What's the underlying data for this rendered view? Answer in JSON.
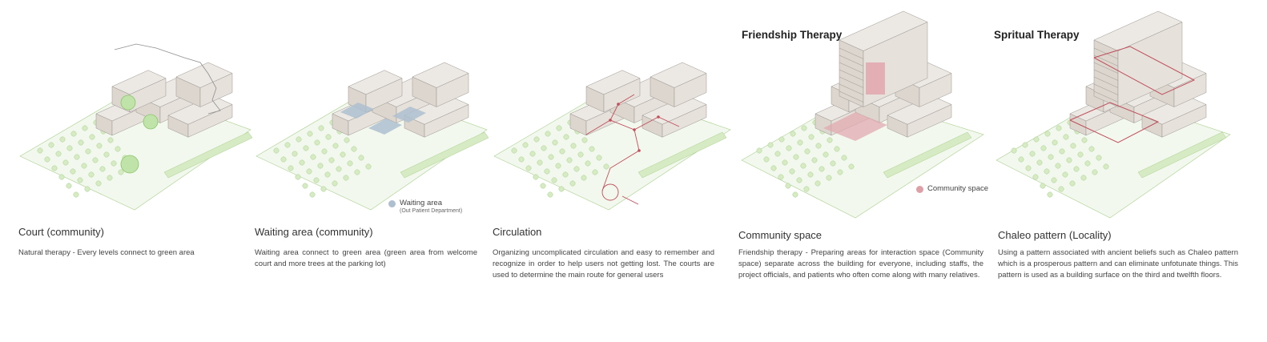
{
  "colors": {
    "green": "#d6ebc4",
    "green_line": "#a9cf8d",
    "block": "#ece8e3",
    "block_line": "#9a9490",
    "blue": "#aebfd0",
    "red": "#e2aab0",
    "red_line": "#c0505c"
  },
  "panels": [
    {
      "header": "",
      "caption": "Court (community)",
      "description": "Natural therapy - Every levels connect to green area"
    },
    {
      "header": "",
      "caption": "Waiting area (community)",
      "description": "Waiting area connect to green area (green area from welcome court and more trees at the parking lot)",
      "legend": {
        "label": "Waiting area",
        "sublabel": "(Out Patient Department)"
      }
    },
    {
      "header": "",
      "caption": "Circulation",
      "description": "Organizing uncomplicated circulation and easy to remember and recognize in order to help users not getting lost. The courts are used to determine the main route for general users"
    },
    {
      "header": "Friendship Therapy",
      "caption": "Community space",
      "description": "Friendship therapy - Preparing areas for interaction space (Community space) separate across the building for everyone, including staffs, the project officials, and patients who often come along with many relatives.",
      "legend": {
        "label": "Community space",
        "sublabel": ""
      }
    },
    {
      "header": "Spritual Therapy",
      "caption": "Chaleo pattern (Locality)",
      "description": "Using a pattern associated with ancient beliefs such as Chaleo pattern which is a prosperous pattern and can eliminate unfotunate things. This pattern is used as a building surface on the third and twelfth floors."
    }
  ]
}
